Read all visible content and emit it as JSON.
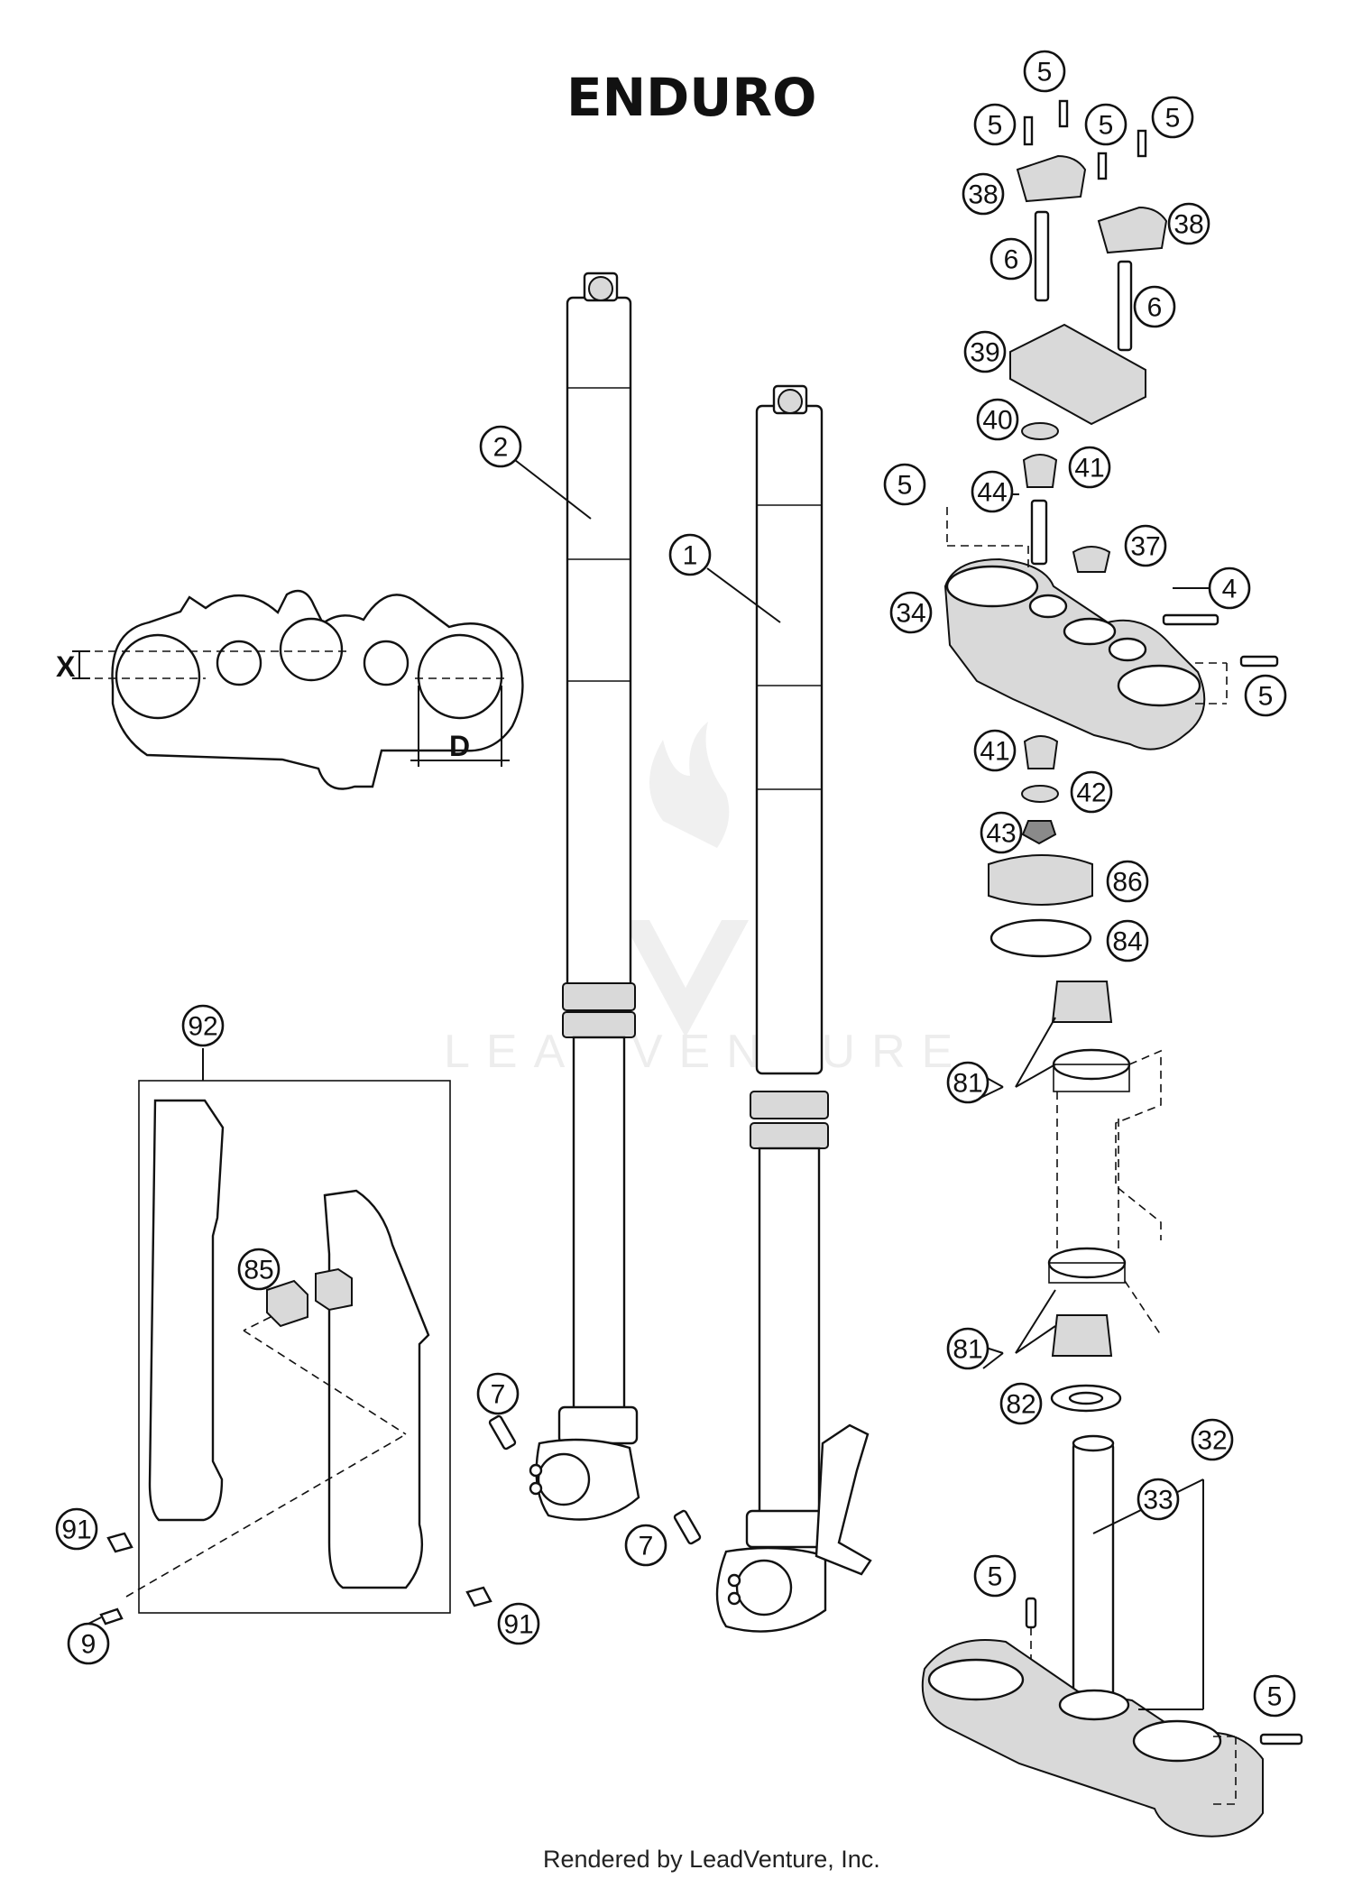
{
  "title": "ENDURO",
  "footer": "Rendered by LeadVenture, Inc.",
  "watermark": "LEADVENTURE",
  "dimension_labels": {
    "x": "X",
    "d": "D"
  },
  "callouts": [
    "5",
    "5",
    "5",
    "5",
    "38",
    "38",
    "6",
    "6",
    "39",
    "40",
    "41",
    "5",
    "44",
    "37",
    "4",
    "34",
    "5",
    "41",
    "42",
    "43",
    "86",
    "84",
    "81",
    "81",
    "82",
    "32",
    "33",
    "5",
    "5",
    "2",
    "1",
    "92",
    "85",
    "7",
    "7",
    "91",
    "91",
    "9"
  ],
  "colors": {
    "line": "#111111",
    "background": "#ffffff",
    "watermark": "#e9e9e9"
  }
}
